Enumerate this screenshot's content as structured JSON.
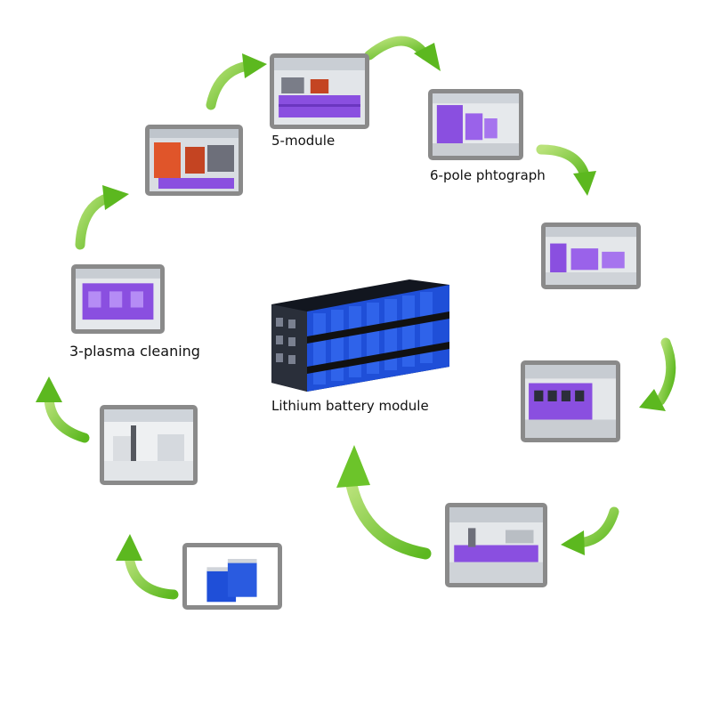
{
  "center": {
    "caption": "Lithium battery module"
  },
  "steps": {
    "module": "5-module",
    "pole_photograph": "6-pole phtograph",
    "plasma_cleaning": "3-plasma cleaning"
  },
  "colors": {
    "arrow_green": "#6cc42a",
    "frame_gray": "#8a8a8a",
    "equipment_purple": "#8a4fe0",
    "cell_blue": "#1f4fd8",
    "robot_orange": "#e0552a"
  },
  "icons": [
    "curved-arrow-icon"
  ]
}
